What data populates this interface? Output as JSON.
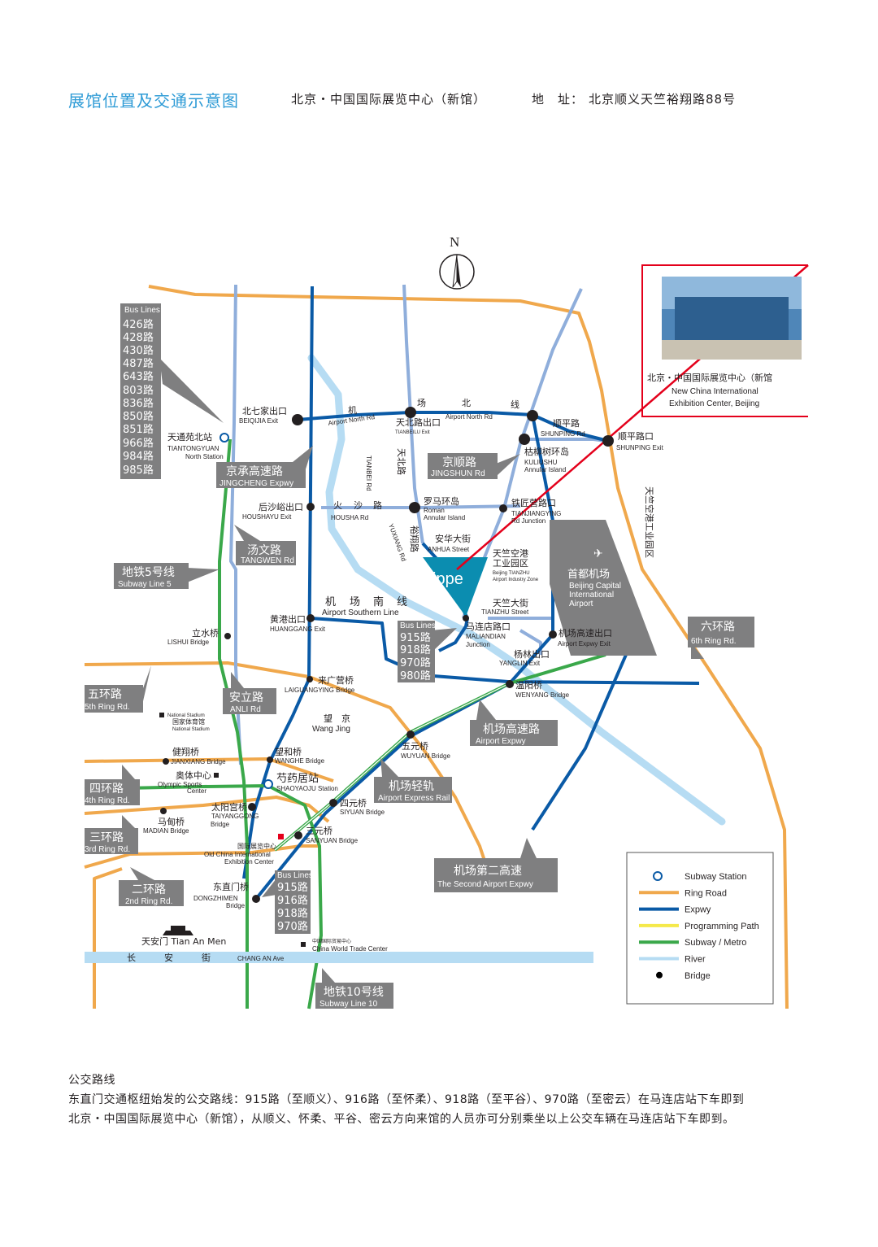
{
  "header": {
    "title": "展馆位置及交通示意图",
    "venue": "北京・中国国际展览中心（新馆）",
    "address_label": "地　址：",
    "address": "北京顺义天竺裕翔路88号"
  },
  "colors": {
    "ring_road": "#f0a84c",
    "expressway": "#0a5aa6",
    "subway": "#3aa84a",
    "river": "#b6dcf3",
    "minor_road": "#8faedb",
    "callout": "#7f7f80",
    "cippe": "#0b8db0",
    "airport": "#7f7f80",
    "pointer": "#e4001b"
  },
  "map": {
    "north": "N",
    "inset_caption": [
      "北京・中国国际展览中心（新馆",
      "New China International",
      "Exhibition Center, Beijing"
    ],
    "cippe": "cippe",
    "airport": {
      "cn": "首都机场",
      "en": [
        "Beijing Capital",
        "International",
        "Airport"
      ]
    },
    "bus_lines_left": {
      "title": "Bus Lines",
      "routes": [
        "426路",
        "428路",
        "430路",
        "487路",
        "643路",
        "803路",
        "836路",
        "850路",
        "851路",
        "966路",
        "984路",
        "985路"
      ]
    },
    "bus_lines_mid": {
      "title": "Bus Lines",
      "routes": [
        "915路",
        "918路",
        "970路",
        "980路"
      ]
    },
    "bus_lines_low": {
      "title": "Bus Lines",
      "routes": [
        "915路",
        "916路",
        "918路",
        "970路"
      ]
    },
    "callouts": {
      "jingcheng": [
        "京承高速路",
        "JINGCHENG Expwy"
      ],
      "tangwen": [
        "汤文路",
        "TANGWEN Rd"
      ],
      "subway5": [
        "地铁5号线",
        "Subway Line 5"
      ],
      "jingshun": [
        "京顺路",
        "JINGSHUN Rd"
      ],
      "ring5": [
        "五环路",
        "5th Ring Rd."
      ],
      "anli": [
        "安立路",
        "ANLI Rd"
      ],
      "ring4": [
        "四环路",
        "4th Ring Rd."
      ],
      "ring3": [
        "三环路",
        "3rd Ring Rd."
      ],
      "ring2": [
        "二环路",
        "2nd Ring Rd."
      ],
      "ring6": [
        "六环路",
        "6th Ring Rd."
      ],
      "airport_expwy": [
        "机场高速路",
        "Airport Expwy"
      ],
      "express_rail": [
        "机场轻轨",
        "Airport Express Rail"
      ],
      "second_expwy": [
        "机场第二高速",
        "The Second Airport Expwy"
      ],
      "subway10": [
        "地铁10号线",
        "Subway Line 10"
      ]
    },
    "labels": {
      "beiqijia": [
        "北七家出口",
        "BEIQIJIA Exit"
      ],
      "airport_north_cn": [
        "机",
        "场",
        "北",
        "线"
      ],
      "airport_north_en": "Airport North Rd",
      "tianbeilu": [
        "天北路出口",
        "TIANBEILU Exit"
      ],
      "shunping_rd": [
        "顺平路",
        "SHUNPING Rd"
      ],
      "shunping_exit": [
        "顺平路口",
        "SHUNPING Exit"
      ],
      "tiantongyuan": [
        "天通苑北站",
        "TIANTONGYUAN",
        "North Station"
      ],
      "tianbei_rd": [
        "天北路",
        "TIANBEI Rd"
      ],
      "kuliushu": [
        "枯柳树环岛",
        "KULIUSHU",
        "Annular Island"
      ],
      "houshayu": [
        "后沙峪出口",
        "HOUSHAYU Exit"
      ],
      "housha_rd": [
        "火",
        "沙",
        "路",
        "HOUSHA Rd"
      ],
      "roman": [
        "罗马环岛",
        "Roman",
        "Annular Island"
      ],
      "tianjiangying": [
        "铁匠营路口",
        "TIANJIANGYING",
        "Rd Junction"
      ],
      "yuxiang": [
        "裕翔路",
        "YUXIANG Rd"
      ],
      "anhua": [
        "安华大街",
        "ANHUA Street"
      ],
      "tianzhu_zone": [
        "天竺空港",
        "工业园区",
        "Beijing TIANZHU",
        "Airport Industry Zone"
      ],
      "tianzhu_zone_vertical": "天竺空港工业园区",
      "airport_south": [
        "机",
        "场",
        "南",
        "线",
        "Airport Southern Line"
      ],
      "huanggang": [
        "黄港出口",
        "HUANGGANG Exit"
      ],
      "tianzhu_st": [
        "天竺大街",
        "TIANZHU Street"
      ],
      "maliandian": [
        "马连店路口",
        "MALIANDIAN",
        "Junction"
      ],
      "airport_exit": [
        "机场高速出口",
        "Airport Expwy Exit"
      ],
      "yanglin": [
        "杨林出口",
        "YANGLIN Exit"
      ],
      "lishui": [
        "立水桥",
        "LISHUI Bridge"
      ],
      "laiguangying": [
        "来广营桥",
        "LAIGUANGYING Bridge"
      ],
      "wenyang": [
        "温阳桥",
        "WENYANG Bridge"
      ],
      "national_stadium": [
        "National Stadium",
        "国家体育馆",
        "National Stadium"
      ],
      "wangjing": [
        "望　京",
        "Wang Jing"
      ],
      "wuyuan": [
        "五元桥",
        "WUYUAN Bridge"
      ],
      "jianxiang": [
        "健翔桥",
        "JIANXIANG Bridge"
      ],
      "wanghe": [
        "望和桥",
        "WANGHE Bridge"
      ],
      "olympic": [
        "奥体中心",
        "Olympic Sports",
        "Center"
      ],
      "shaoyaoju": [
        "芍药居站",
        "SHAOYAOJU Station"
      ],
      "siyuan": [
        "四元桥",
        "SIYUAN Bridge"
      ],
      "madian": [
        "马甸桥",
        "MADIAN Bridge"
      ],
      "taiyanggong": [
        "太阳宫桥",
        "TAIYANGGONG",
        "Bridge"
      ],
      "sanyuan": [
        "三元桥",
        "SANYUAN Bridge"
      ],
      "old_center": [
        "国际展览中心",
        "Old China International",
        "Exhibition Center"
      ],
      "dongzhimen": [
        "东直门桥",
        "DONGZHIMEN",
        "Bridge"
      ],
      "tiananmen": [
        "天安门 Tian An Men"
      ],
      "cwtc": [
        "中国国际贸易中心",
        "China World Trade Center"
      ],
      "changan": [
        "长",
        "安",
        "街",
        "CHANG AN Ave"
      ]
    },
    "legend": [
      {
        "label": "Subway Station",
        "kind": "station",
        "color": "#0a5aa6"
      },
      {
        "label": "Ring Road",
        "kind": "line",
        "color": "#f0a84c"
      },
      {
        "label": "Expwy",
        "kind": "line",
        "color": "#0a5aa6"
      },
      {
        "label": "Programming Path",
        "kind": "line",
        "color": "#f5e94a"
      },
      {
        "label": "Subway / Metro",
        "kind": "line",
        "color": "#3aa84a"
      },
      {
        "label": "River",
        "kind": "line",
        "color": "#b6dcf3"
      },
      {
        "label": "Bridge",
        "kind": "dot",
        "color": "#000000"
      }
    ]
  },
  "footer": {
    "heading": "公交路线",
    "line1": "东直门交通枢纽始发的公交路线：915路（至顺义）、916路（至怀柔）、918路（至平谷）、970路（至密云）在马连店站下车即到",
    "line2": "北京・中国国际展览中心（新馆），从顺义、怀柔、平谷、密云方向来馆的人员亦可分别乘坐以上公交车辆在马连店站下车即到。"
  }
}
